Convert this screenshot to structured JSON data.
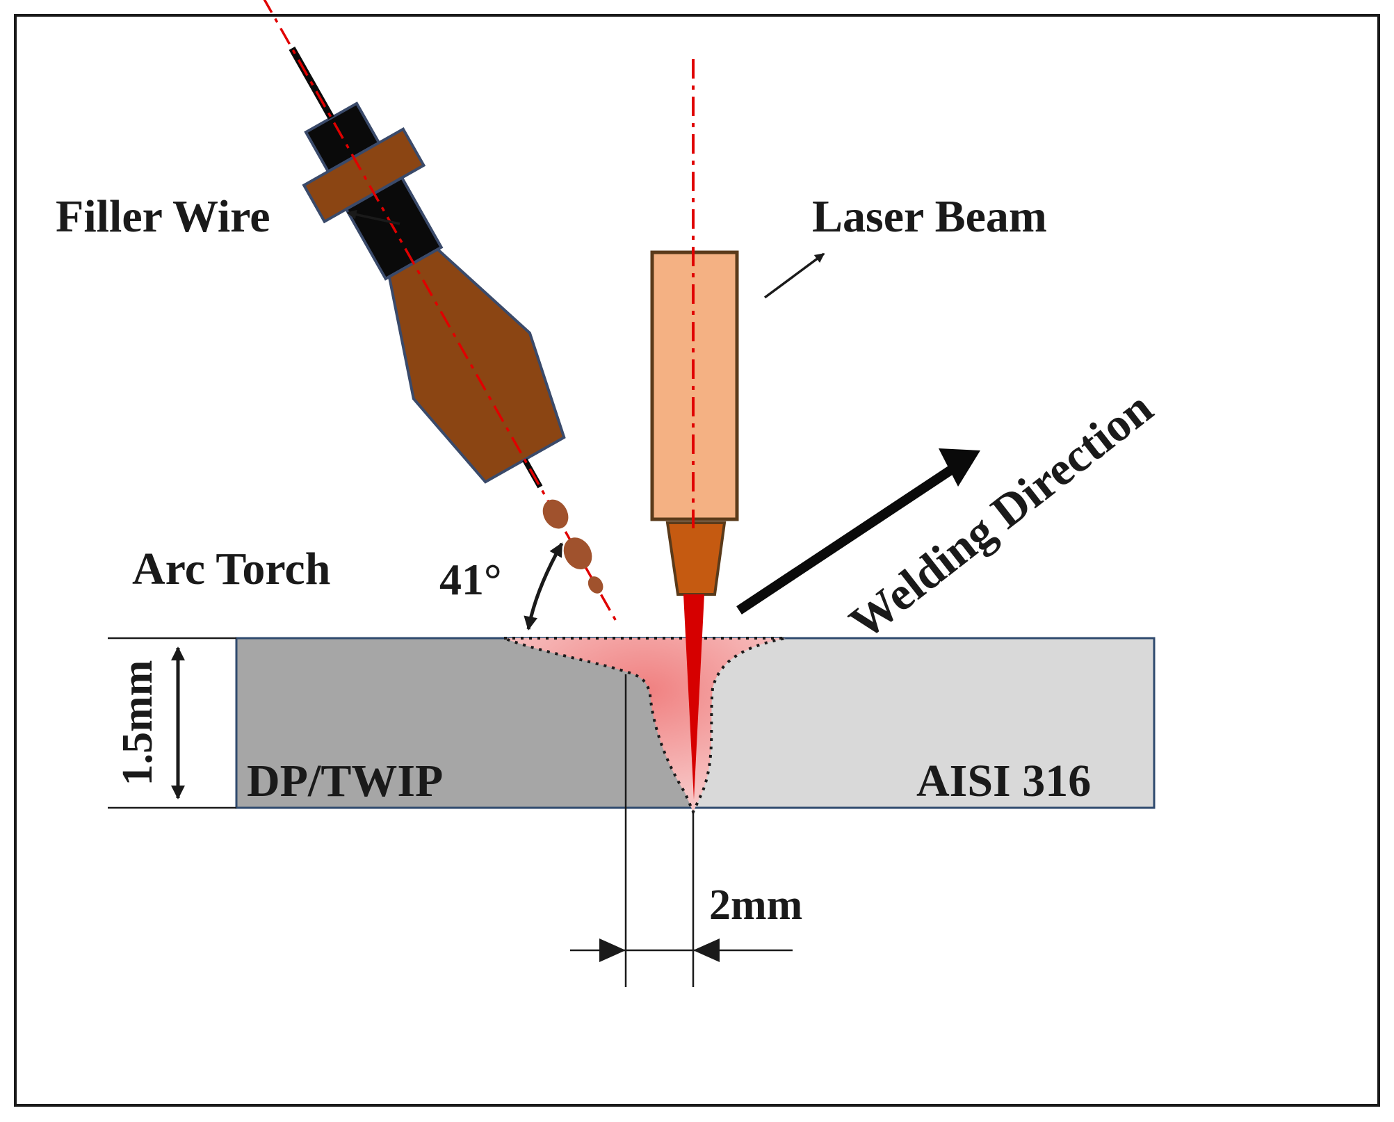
{
  "labels": {
    "filler_wire": "Filler Wire",
    "laser_beam": "Laser Beam",
    "welding_direction": "Welding Direction",
    "arc_torch": "Arc Torch",
    "angle": "41°",
    "thickness": "1.5mm",
    "left_material": "DP/TWIP",
    "right_material": "AISI 316",
    "offset": "2mm"
  },
  "colors": {
    "frame": "#1a1a1a",
    "laser_body": "#f4b183",
    "laser_nozzle": "#c55a11",
    "torch_body": "#8b4513",
    "torch_black": "#0a0a0a",
    "centerline": "#e00000",
    "beam": "#d60000",
    "left_plate": "#a6a6a6",
    "right_plate": "#d9d9d9",
    "plate_border": "#2f4a6e",
    "weld_pool": "#f7c2c2"
  }
}
